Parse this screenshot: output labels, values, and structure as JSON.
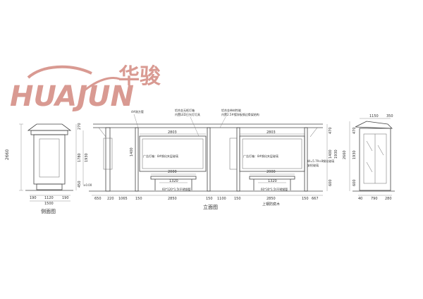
{
  "logo": {
    "chinese": "华骏",
    "latin": "HUAJUN",
    "color": "#d99a92"
  },
  "left_view": {
    "caption": "侧面图",
    "dims_left": [
      "2660"
    ],
    "dims_right": [
      "270",
      "1780",
      "1930",
      "450"
    ],
    "dims_bottom": [
      "190",
      "1120",
      "190",
      "1500"
    ]
  },
  "front_view": {
    "caption": "立面图",
    "top_notes": [
      "4#刚方管",
      "铝合金无框灯箱",
      "内置LED日光灯灯具",
      "铝合金带材性能",
      "内置2.5#镀锌板钢边骨架结构"
    ],
    "panel_dims": [
      "2803",
      "2803"
    ],
    "panel_height": "1400",
    "panel_text": [
      "广告灯箱：8#钢化夹层玻璃",
      "广告灯箱：8#钢化夹层玻璃"
    ],
    "bench_top": [
      "2000",
      "2000"
    ],
    "bench_sub": [
      "1320",
      "1320"
    ],
    "bench_notes": [
      "60*120*1.5t不锈钢管",
      "60*30*1.5t不锈钢管"
    ],
    "side_notes": [
      "W=5.79×8钢化玻璃",
      "安检玻璃"
    ],
    "level": "±0.00",
    "bottom_dims": [
      "650",
      "220",
      "1065",
      "150",
      "2850",
      "150",
      "1100",
      "150",
      "2850",
      "150",
      "667"
    ],
    "foot_note": "上钢防腐木",
    "right_dims": [
      "470",
      "1400",
      "1930",
      "600"
    ]
  },
  "right_view": {
    "dims_top": [
      "1150",
      "350"
    ],
    "dims_left": [
      "2660"
    ],
    "dims_right": [
      "470",
      "1930",
      "600"
    ],
    "dims_bottom": [
      "40",
      "790",
      "280"
    ]
  }
}
